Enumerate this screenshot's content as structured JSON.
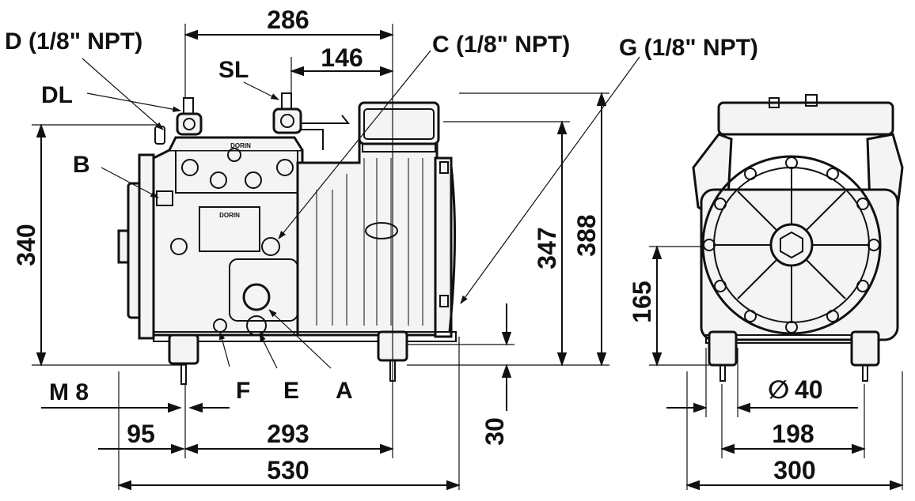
{
  "labels": {
    "d_port": "D (1/8\" NPT)",
    "c_port": "C (1/8\" NPT)",
    "g_port": "G (1/8\" NPT)",
    "sl": "SL",
    "dl": "DL",
    "b": "B",
    "f": "F",
    "e": "E",
    "a": "A",
    "m8": "M 8",
    "diam": "40",
    "diam_symbol": "∅"
  },
  "dimensions": {
    "top_286": "286",
    "top_146": "146",
    "h_340": "340",
    "h_347": "347",
    "h_388": "388",
    "h_165": "165",
    "h_30": "30",
    "w_95": "95",
    "w_293": "293",
    "w_530": "530",
    "w_198": "198",
    "w_300": "300"
  },
  "brand": {
    "plate_text": "DORIN"
  }
}
